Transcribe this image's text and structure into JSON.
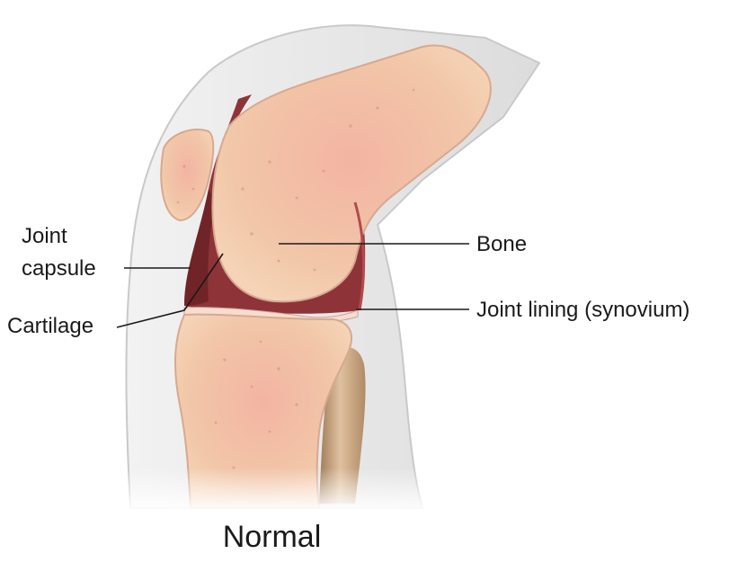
{
  "labels": {
    "joint_capsule_line1": "Joint",
    "joint_capsule_line2": "capsule",
    "cartilage": "Cartilage",
    "bone": "Bone",
    "joint_lining": "Joint lining (synovium)"
  },
  "caption": "Normal",
  "colors": {
    "skin": "#e9e9e9",
    "skin_edge": "#c9c9c9",
    "bone": "#f2c9a8",
    "bone_center": "#f0b3a0",
    "bone_speckle": "#c98f86",
    "capsule": "#8e3438",
    "capsule_dark": "#5e1a1e",
    "cartilage": "#f6ddd0",
    "fibula": "#c9a27c",
    "leader_line": "#1a1a1a"
  }
}
